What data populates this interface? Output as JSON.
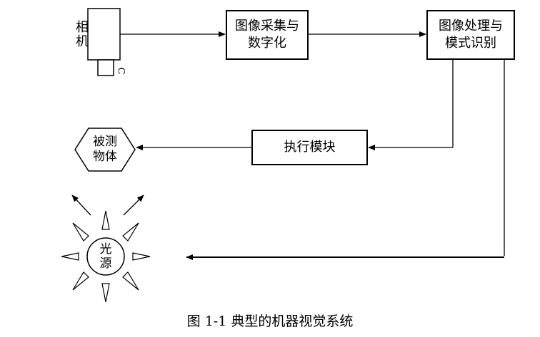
{
  "nodes": {
    "camera": "相机",
    "camera_tag": "C",
    "acquire_l1": "图像采集与",
    "acquire_l2": "数字化",
    "process_l1": "图像处理与",
    "process_l2": "模式识别",
    "exec": "执行模块",
    "object_l1": "被测",
    "object_l2": "物体",
    "light_l1": "光",
    "light_l2": "源"
  },
  "caption": "图 1-1  典型的机器视觉系统"
}
